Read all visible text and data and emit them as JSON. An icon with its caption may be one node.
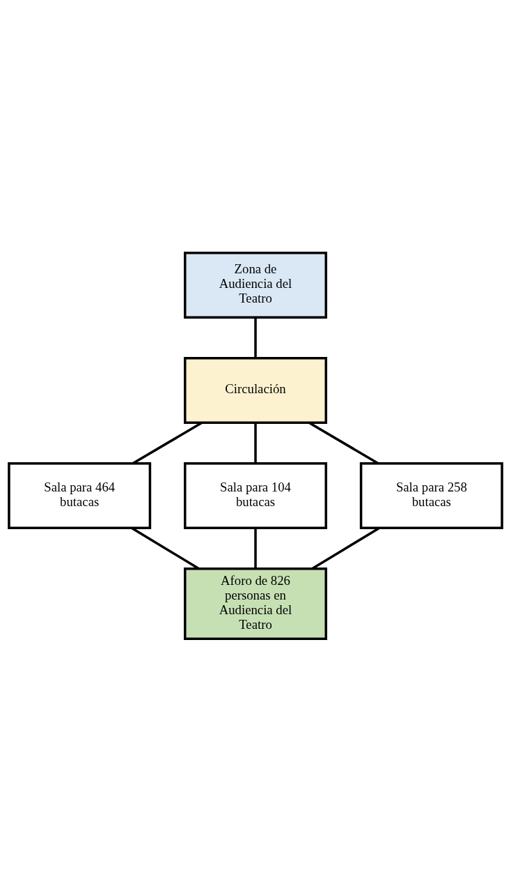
{
  "diagram": {
    "nodes": [
      {
        "text": [
          "Zona de Audiencia del Teatro"
        ]
      },
      {
        "text": [
          "Circulación"
        ]
      },
      {
        "text": [
          "Sala para 464 butacas"
        ]
      },
      {
        "text": [
          "Sala para 104 butacas"
        ]
      },
      {
        "text": [
          "Sala para 258 butacas"
        ]
      },
      {
        "text": [
          "Aforo de 826 personas en Audiencia del Teatro"
        ]
      }
    ],
    "edges": [
      {
        "from": 0,
        "to": 1,
        "arrow": "none"
      },
      {
        "from": 1,
        "to": 2,
        "arrow": "none"
      },
      {
        "from": 1,
        "to": 3,
        "arrow": "none"
      },
      {
        "from": 1,
        "to": 4,
        "arrow": "none"
      },
      {
        "from": 2,
        "to": 5,
        "arrow": "none"
      },
      {
        "from": 3,
        "to": 5,
        "arrow": "none"
      },
      {
        "from": 4,
        "to": 5,
        "arrow": "none"
      }
    ]
  }
}
